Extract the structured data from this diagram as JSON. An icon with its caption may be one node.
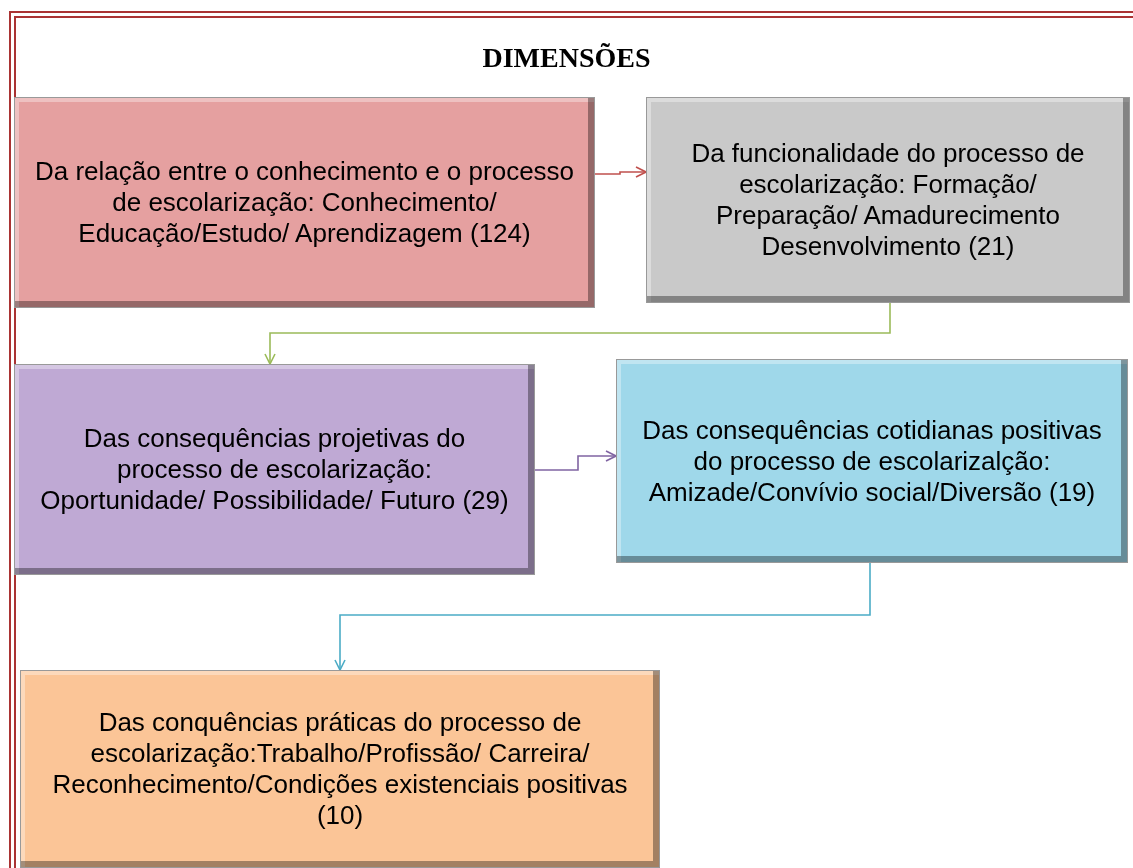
{
  "diagram": {
    "title": "DIMENSÕES",
    "nodes": [
      {
        "text": [
          "Da relação entre o conhecimento e o processo de escolarização: Conhecimento/ Educação/Estudo/ Aprendizagem (124)"
        ]
      },
      {
        "text": [
          "Da funcionalidade do processo de escolarização: Formação/ Preparação/ Amadurecimento Desenvolvimento (21)"
        ]
      },
      {
        "text": [
          "Das consequências projetivas do processo de escolarização: Oportunidade/ Possibilidade/ Futuro (29)"
        ]
      },
      {
        "text": [
          "Das consequências cotidianas positivas do processo de escolarizalção: Amizade/Convívio social/Diversão (19)"
        ]
      },
      {
        "text": [
          "Das conquências práticas do processo de escolarização:Trabalho/Profissão/ Carreira/ Reconhecimento/Condições existenciais positivas (10)"
        ]
      }
    ],
    "edges": [
      {
        "from": 0,
        "to": 1,
        "arrow": "to",
        "color": "#c0504d"
      },
      {
        "from": 1,
        "to": 2,
        "arrow": "to",
        "color": "#9bbb59"
      },
      {
        "from": 2,
        "to": 3,
        "arrow": "to",
        "color": "#8064a2"
      },
      {
        "from": 3,
        "to": 4,
        "arrow": "to",
        "color": "#4bacc6"
      }
    ]
  }
}
